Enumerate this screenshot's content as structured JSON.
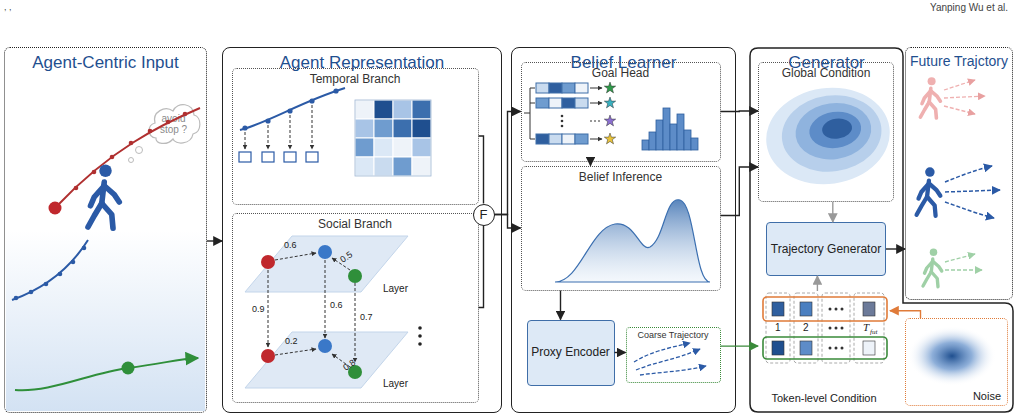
{
  "diagram": {
    "nodes": [
      {
        "text": [
          "Agent-Centric Input"
        ]
      },
      {
        "text": [
          "avoid stop ?"
        ],
        "in": 0
      },
      {
        "text": [
          "Agent Representation"
        ]
      },
      {
        "text": [
          "Temporal Branch"
        ],
        "in": 2
      },
      {
        "text": [
          "Social Branch"
        ],
        "in": 2
      },
      {
        "text": [
          "F"
        ],
        "in": 2
      },
      {
        "text": [
          "Belief Learner"
        ]
      },
      {
        "text": [
          "Goal Head"
        ],
        "in": 6
      },
      {
        "text": [
          "Belief Inference"
        ],
        "in": 6
      },
      {
        "text": [
          "Proxy Encoder"
        ],
        "in": 6
      },
      {
        "text": [
          "Coarse Trajectory"
        ],
        "in": 6
      },
      {
        "text": [
          "Generator"
        ]
      },
      {
        "text": [
          "Global Condition"
        ],
        "in": 11
      },
      {
        "text": [
          "Trajectory Generator"
        ],
        "in": 11
      },
      {
        "text": [
          "Token-level Condition"
        ],
        "in": 11
      },
      {
        "text": [
          "Noise"
        ],
        "in": 11
      },
      {
        "text": [
          "Future Trajctory"
        ]
      }
    ],
    "edges": [
      {
        "from": 0,
        "to": 2,
        "arrow": "to"
      },
      {
        "from": 3,
        "to": 5,
        "arrow": "none"
      },
      {
        "from": 4,
        "to": 5,
        "arrow": "none"
      },
      {
        "from": 5,
        "to": 7,
        "arrow": "to"
      },
      {
        "from": 5,
        "to": 8,
        "arrow": "to"
      },
      {
        "from": 7,
        "to": 8,
        "arrow": "to"
      },
      {
        "from": 8,
        "to": 9,
        "arrow": "to"
      },
      {
        "from": 9,
        "to": 10,
        "arrow": "to"
      },
      {
        "from": 10,
        "to": 14,
        "arrow": "to"
      },
      {
        "from": 7,
        "to": 12,
        "arrow": "to"
      },
      {
        "from": 8,
        "to": 12,
        "arrow": "to"
      },
      {
        "from": 12,
        "to": 13,
        "arrow": "to"
      },
      {
        "from": 14,
        "to": 13,
        "arrow": "to"
      },
      {
        "from": 13,
        "to": 16,
        "arrow": "to"
      },
      {
        "from": 15,
        "to": 14,
        "arrow": "to"
      }
    ],
    "labels": [
      ", ,",
      "Yanping Wu et al.",
      "0.6",
      "0.5",
      "0.9",
      "0.6",
      "0.7",
      "0.2",
      "0.8",
      "Layer",
      "Layer",
      "1",
      "2",
      "T",
      "fut"
    ]
  }
}
